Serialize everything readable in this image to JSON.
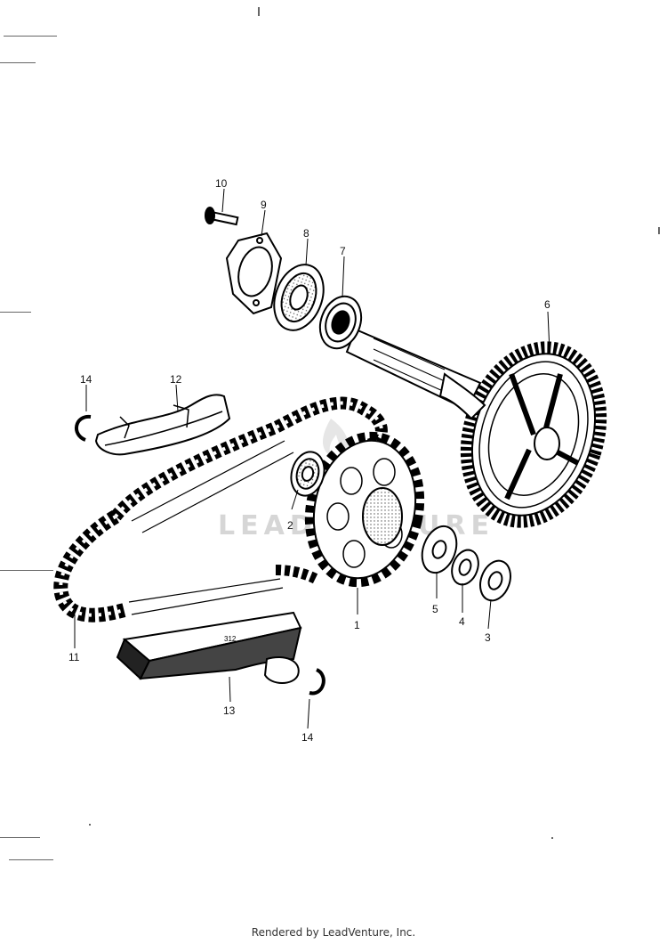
{
  "diagram": {
    "callouts": [
      "1",
      "2",
      "3",
      "4",
      "5",
      "6",
      "7",
      "8",
      "9",
      "10",
      "11",
      "12",
      "13",
      "14",
      "14"
    ],
    "part_stamp": "312",
    "watermark": "LEADVENTURE",
    "icons": [
      "leadventure-flame-logo"
    ]
  },
  "footer": {
    "text": "Rendered by LeadVenture, Inc."
  }
}
